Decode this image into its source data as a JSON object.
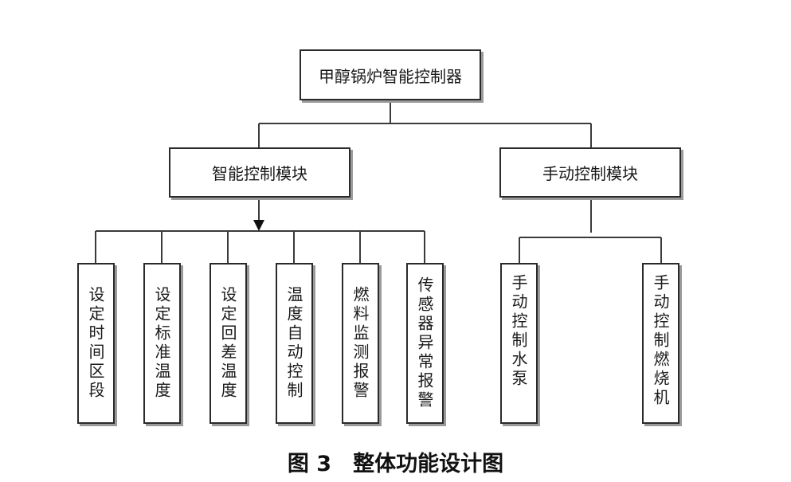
{
  "root": {
    "label": "甲醇锅炉智能控制器"
  },
  "modules": {
    "smart": {
      "label": "智能控制模块",
      "children": [
        "设定时间区段",
        "设定标准温度",
        "设定回差温度",
        "温度自动控制",
        "燃料监测报警",
        "传感器异常报警"
      ]
    },
    "manual": {
      "label": "手动控制模块",
      "children": [
        "手动控制水泵",
        "手动控制燃烧机"
      ]
    }
  },
  "caption": "图 3　整体功能设计图",
  "colors": {
    "line": "#3a3a3a",
    "border": "#2a2a2a",
    "shadow": "#9a9a9a"
  }
}
